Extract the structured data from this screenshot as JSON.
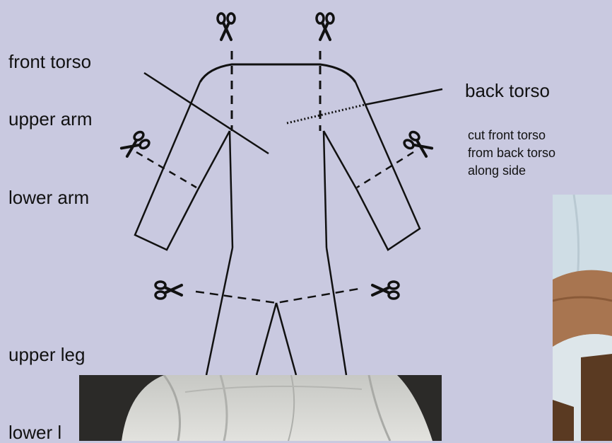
{
  "labels": {
    "front_torso": "front torso",
    "upper_arm": "upper arm",
    "lower_arm": "lower arm",
    "upper_leg": "upper leg",
    "lower_leg": "lower l",
    "back_torso": "back torso"
  },
  "instruction": {
    "line1": "cut front torso",
    "line2": "from back torso",
    "line3": "along side"
  },
  "icons": [
    "scissors-icon"
  ],
  "colors": {
    "background": "#c9c9e0",
    "ink": "#111111",
    "photo_shirt": "#d8d8d4",
    "photo_right_shirt": "#dce8ee",
    "photo_right_skin": "#a87550",
    "photo_right_pants": "#5a3a22"
  }
}
